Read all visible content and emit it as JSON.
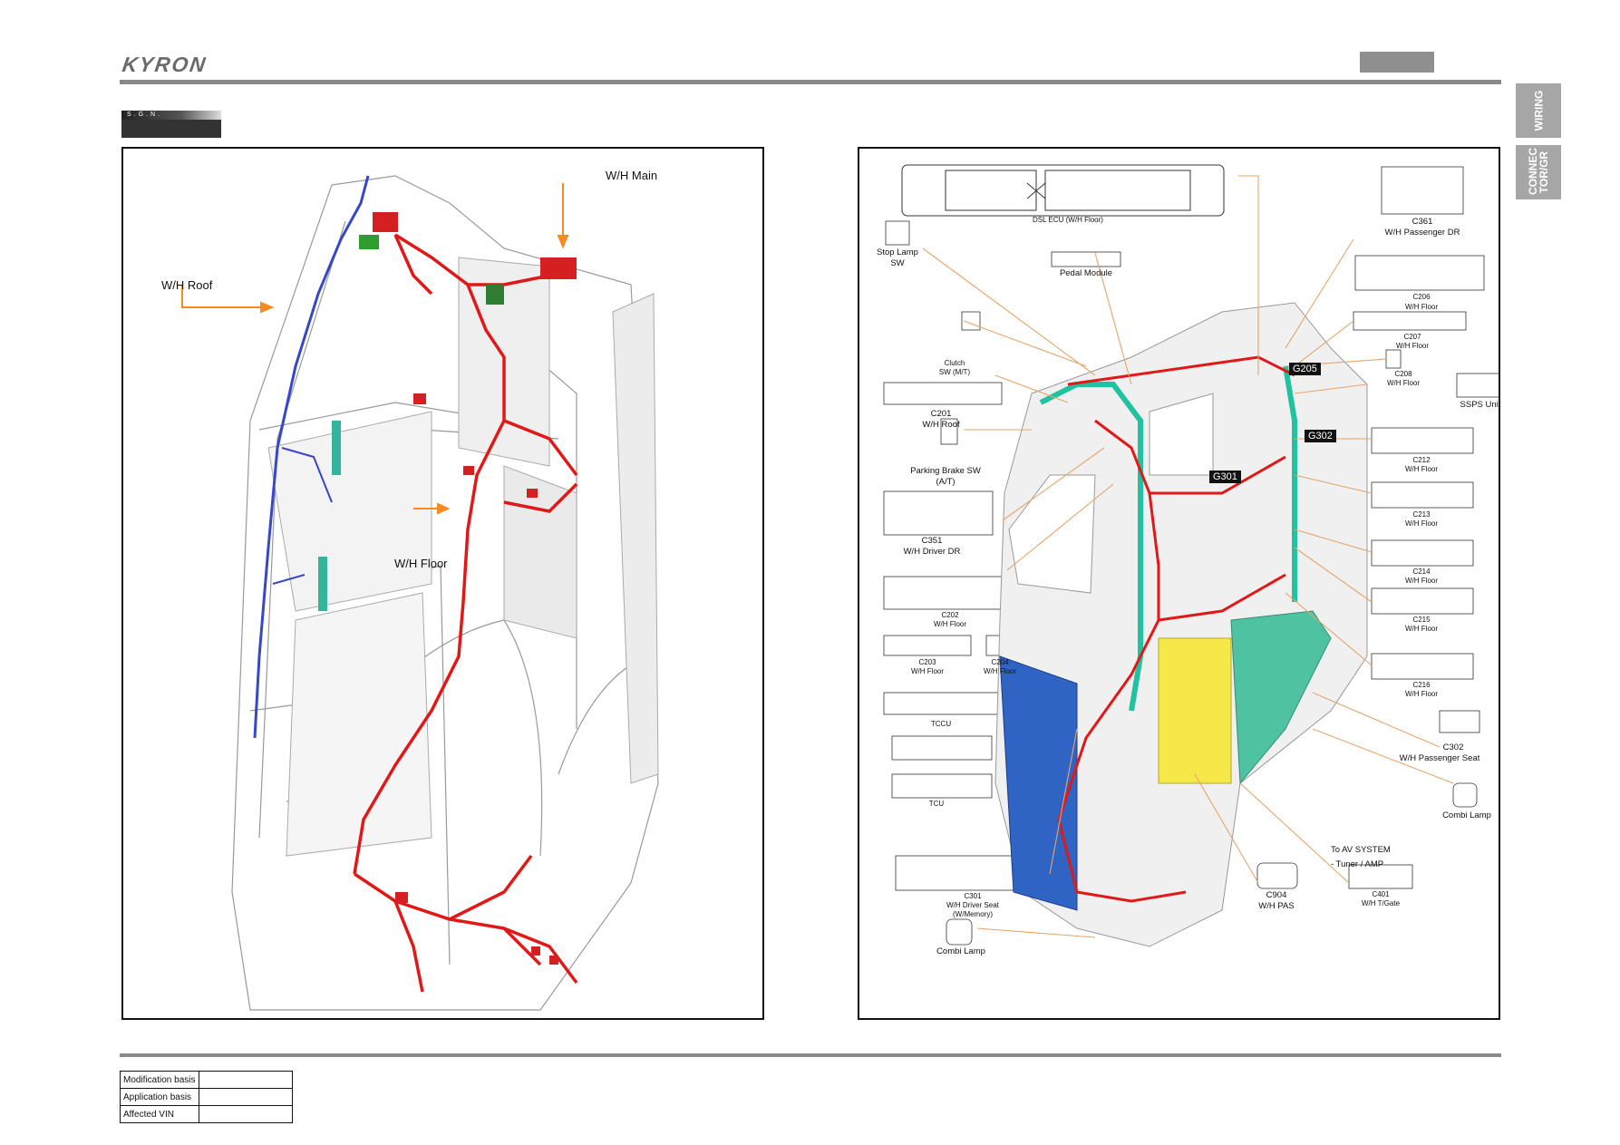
{
  "header": {
    "logo": "KYRON",
    "sgn_label": "S.G.N."
  },
  "side_tabs": {
    "wiring": "WIRING",
    "connector": "CONNEC TOR/GR"
  },
  "left_panel": {
    "labels": {
      "main": "W/H Main",
      "roof": "W/H Roof",
      "floor": "W/H Floor"
    }
  },
  "right_panel": {
    "grounds": [
      "G205",
      "G302",
      "G301"
    ],
    "connectors": {
      "ecu": "DSL ECU (W/H Floor)",
      "c361": "C361",
      "c361_sub": "W/H Passenger DR",
      "stop_lamp": "Stop Lamp",
      "stop_lamp_sub": "SW",
      "pedal": "Pedal Module",
      "c206": "C206",
      "c206_sub": "W/H Floor",
      "c207": "C207",
      "c207_sub": "W/H Floor",
      "clutch": "Clutch",
      "clutch_sub": "SW (M/T)",
      "c208": "C208",
      "c208_sub": "W/H Floor",
      "ssps": "SSPS Unit",
      "c201": "C201",
      "c201_sub": "W/H Roof",
      "c212": "C212",
      "c212_sub": "W/H Floor",
      "parking": "Parking Brake SW",
      "parking_sub": "(A/T)",
      "c213": "C213",
      "c213_sub": "W/H Floor",
      "c351": "C351",
      "c351_sub": "W/H Driver DR",
      "c214": "C214",
      "c214_sub": "W/H Floor",
      "c202": "C202",
      "c202_sub": "W/H Floor",
      "c215": "C215",
      "c215_sub": "W/H Floor",
      "c203": "C203",
      "c203_sub": "W/H Floor",
      "c204": "C204",
      "c204_sub": "W/H Floor",
      "c216": "C216",
      "c216_sub": "W/H Floor",
      "tccu": "TCCU",
      "c302": "C302",
      "c302_sub": "W/H Passenger Seat",
      "tcu": "TCU",
      "combi_r": "Combi Lamp",
      "av": "To AV SYSTEM",
      "av_sub": "- Tuner / AMP",
      "c301": "C301",
      "c301_sub": "W/H Driver Seat",
      "c301_sub2": "(W/Memory)",
      "c904": "C904",
      "c904_sub": "W/H PAS",
      "c401": "C401",
      "c401_sub": "W/H T/Gate",
      "combi_l": "Combi Lamp"
    }
  },
  "footer": {
    "rows": [
      {
        "key": "Modification basis",
        "value": ""
      },
      {
        "key": "Application basis",
        "value": ""
      },
      {
        "key": "Affected VIN",
        "value": ""
      }
    ]
  }
}
